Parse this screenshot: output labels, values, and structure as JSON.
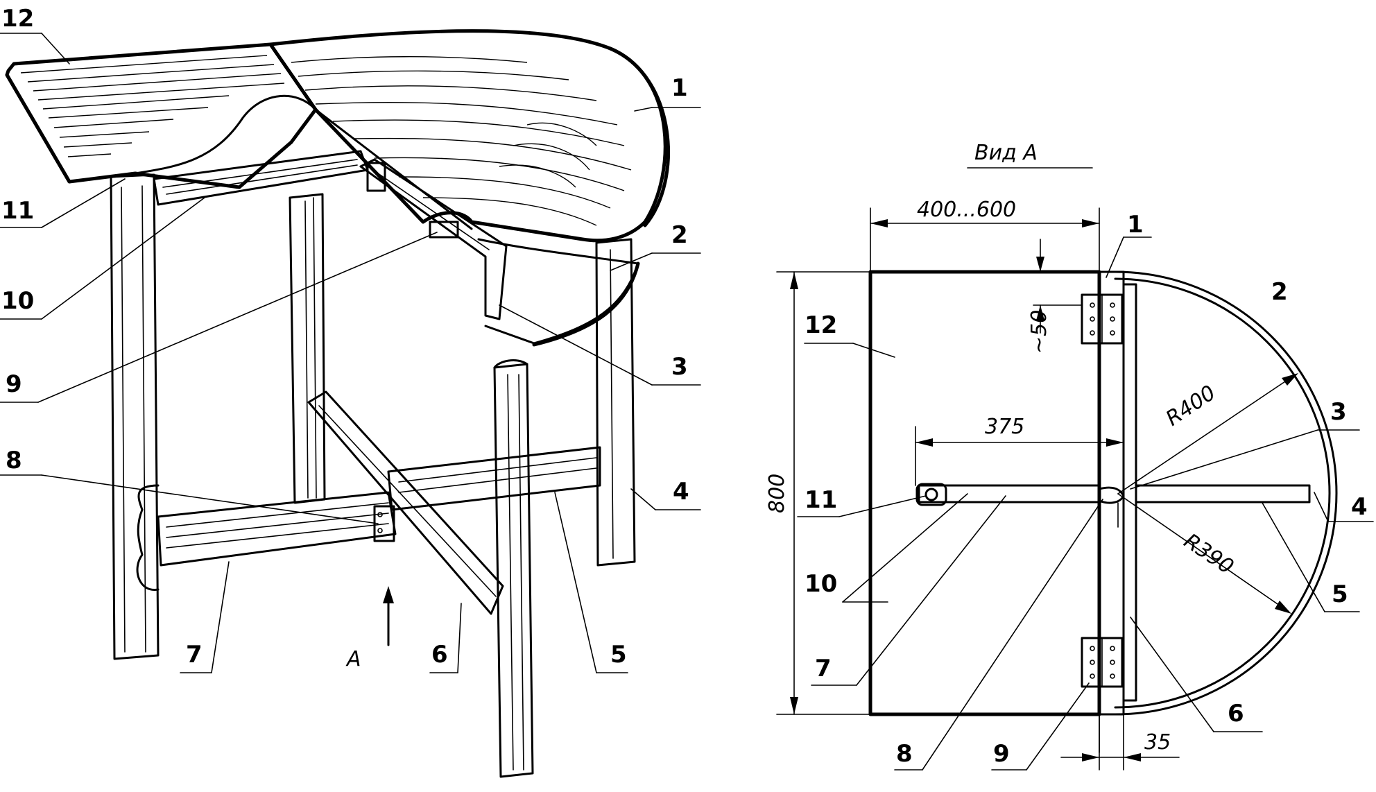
{
  "view_title": "Вид А",
  "view_arrow_label": "А",
  "labels": {
    "l1": "1",
    "l2": "2",
    "l3": "3",
    "l4": "4",
    "l5": "5",
    "l6": "6",
    "l7": "7",
    "l8": "8",
    "l9": "9",
    "l10": "10",
    "l11": "11",
    "l12": "12"
  },
  "view_labels": {
    "l1": "1",
    "l2": "2",
    "l3": "3",
    "l4": "4",
    "l5": "5",
    "l6": "6",
    "l7": "7",
    "l8": "8",
    "l9": "9",
    "l10": "10",
    "l11": "11",
    "l12": "12"
  },
  "dimensions": {
    "width_range": "400...600",
    "gap": "~50",
    "height": "800",
    "depth": "375",
    "radius_outer": "R400",
    "radius_inner": "R390",
    "thickness": "35"
  }
}
